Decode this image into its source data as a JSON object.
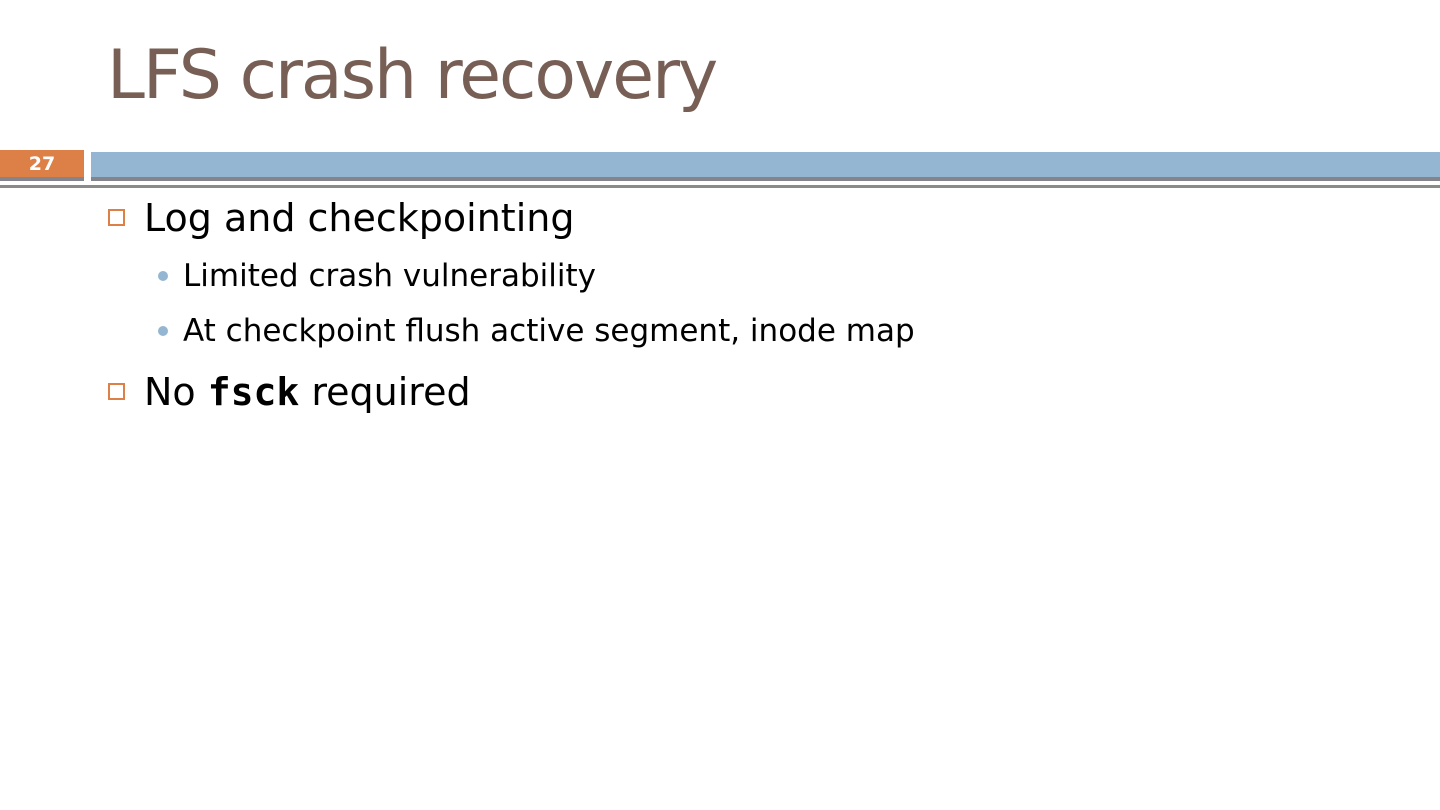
{
  "slide": {
    "title": "LFS crash recovery",
    "page_number": "27",
    "colors": {
      "accent_orange": "#DD8047",
      "accent_blue": "#94B6D2",
      "title_brown": "#775F55",
      "divider_gray_upper": "#84858C",
      "divider_gray_lower": "#8A8A8A",
      "body_text": "#000000",
      "page_number_text": "#FFFFFF"
    },
    "content": {
      "bullets": [
        {
          "level": 1,
          "text": "Log and checkpointing"
        },
        {
          "level": 2,
          "text": "Limited crash vulnerability"
        },
        {
          "level": 2,
          "text": "At checkpoint flush active segment, inode map"
        },
        {
          "level": 1,
          "prefix": "No ",
          "code": "fsck",
          "suffix": " required"
        }
      ]
    }
  }
}
